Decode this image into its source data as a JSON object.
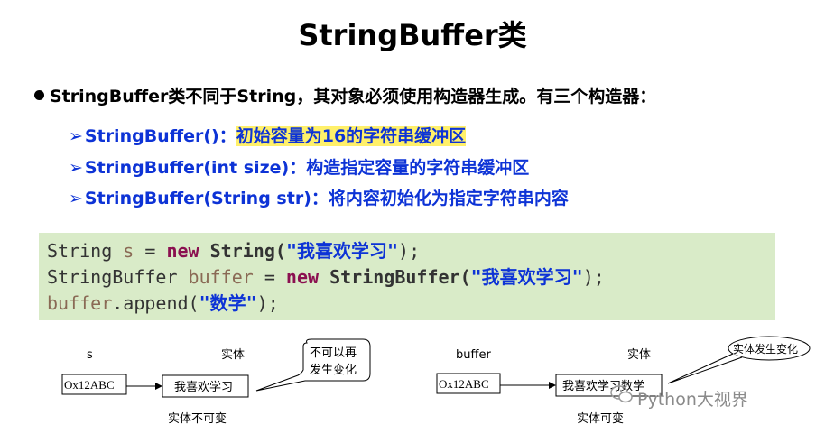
{
  "title": "StringBuffer类",
  "bullet": "StringBuffer类不同于String，其对象必须使用构造器生成。有三个构造器：",
  "constructors": [
    {
      "arrow": "➢",
      "sig": "StringBuffer()：",
      "desc": "初始容量为16的字符串缓冲区"
    },
    {
      "arrow": "➢",
      "sig": "StringBuffer(int size)：",
      "desc": "构造指定容量的字符串缓冲区"
    },
    {
      "arrow": "➢",
      "sig": "StringBuffer(String str)：",
      "desc": "将内容初始化为指定字符串内容"
    }
  ],
  "code": {
    "l1": {
      "type": "String",
      "var": "s",
      "eq": " = ",
      "kw": "new",
      "ctor": "String(",
      "str": "\"我喜欢学习\"",
      "end": ");"
    },
    "l2": {
      "type": "StringBuffer",
      "var": "buffer",
      "eq": " = ",
      "kw": "new",
      "ctor": "StringBuffer(",
      "str": "\"我喜欢学习\"",
      "end": ");"
    },
    "l3": {
      "var": "buffer",
      "call": ".append(",
      "str": "\"数学\"",
      "end": ");"
    }
  },
  "diagram_left": {
    "var_label": "s",
    "entity_label": "实体",
    "address": "Ox12ABC",
    "entity_value": "我喜欢学习",
    "bubble_line1": "不可以再",
    "bubble_line2": "发生变化",
    "caption": "实体不可变"
  },
  "diagram_right": {
    "var_label": "buffer",
    "entity_label": "实体",
    "address": "Ox12ABC",
    "entity_value": "我喜欢学习数学",
    "bubble": "实体发生变化",
    "caption": "实体可变"
  },
  "watermark": "Python大视界"
}
